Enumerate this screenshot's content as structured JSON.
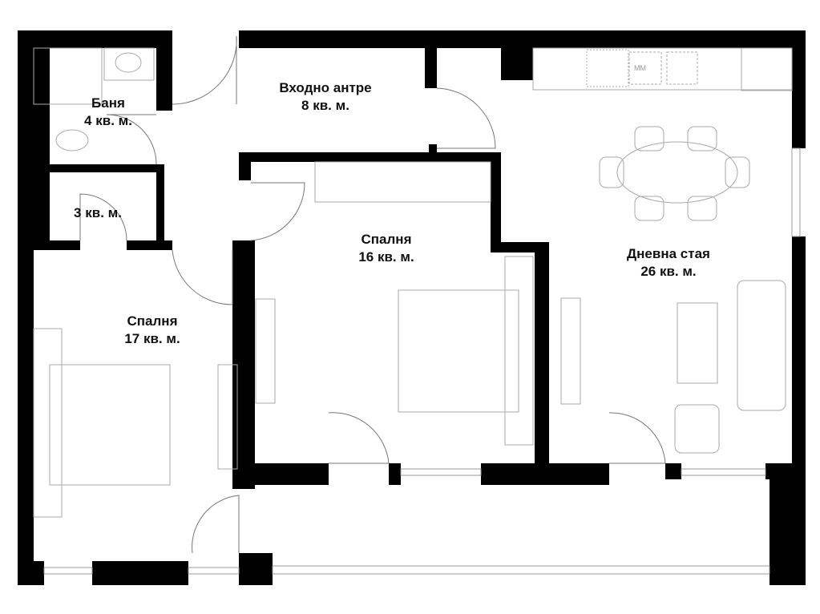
{
  "rooms": [
    {
      "name": "Баня",
      "area": "4 кв. м."
    },
    {
      "name": "Входно антре",
      "area": "8 кв. м."
    },
    {
      "name": "",
      "area": "3 кв. м."
    },
    {
      "name": "Спалня",
      "area": "17 кв. м."
    },
    {
      "name": "Спалня",
      "area": "16 кв. м."
    },
    {
      "name": "Дневна стая",
      "area": "26 кв. м."
    }
  ],
  "kitchen": {
    "appliance_label": "MM"
  }
}
